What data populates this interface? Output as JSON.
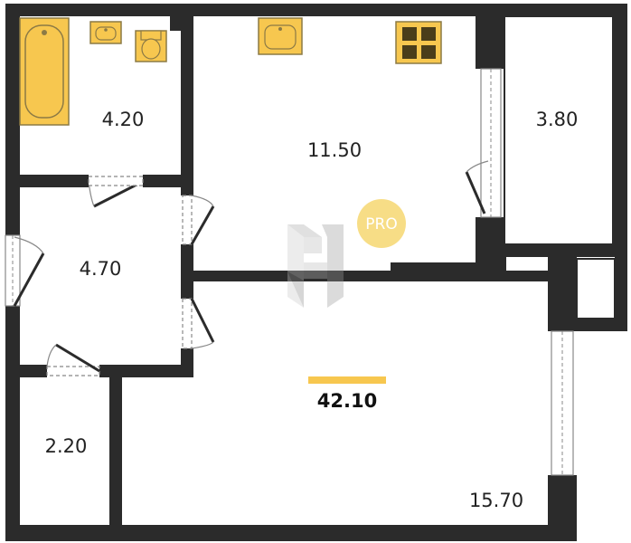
{
  "plan": {
    "rooms": [
      {
        "id": "bathroom",
        "area": "4.20"
      },
      {
        "id": "kitchen",
        "area": "11.50"
      },
      {
        "id": "balcony",
        "area": "3.80"
      },
      {
        "id": "hallway",
        "area": "4.70"
      },
      {
        "id": "storage",
        "area": "2.20"
      },
      {
        "id": "living-room",
        "area": "15.70"
      }
    ],
    "total_area": "42.10",
    "badge": "PRO",
    "colors": {
      "wall": "#2b2b2b",
      "fixture_fill": "#f7c74f",
      "fixture_stroke": "#8c7a45",
      "accent_bar": "#f7c74f",
      "badge": "#f7dd86",
      "window": "#888888"
    }
  }
}
